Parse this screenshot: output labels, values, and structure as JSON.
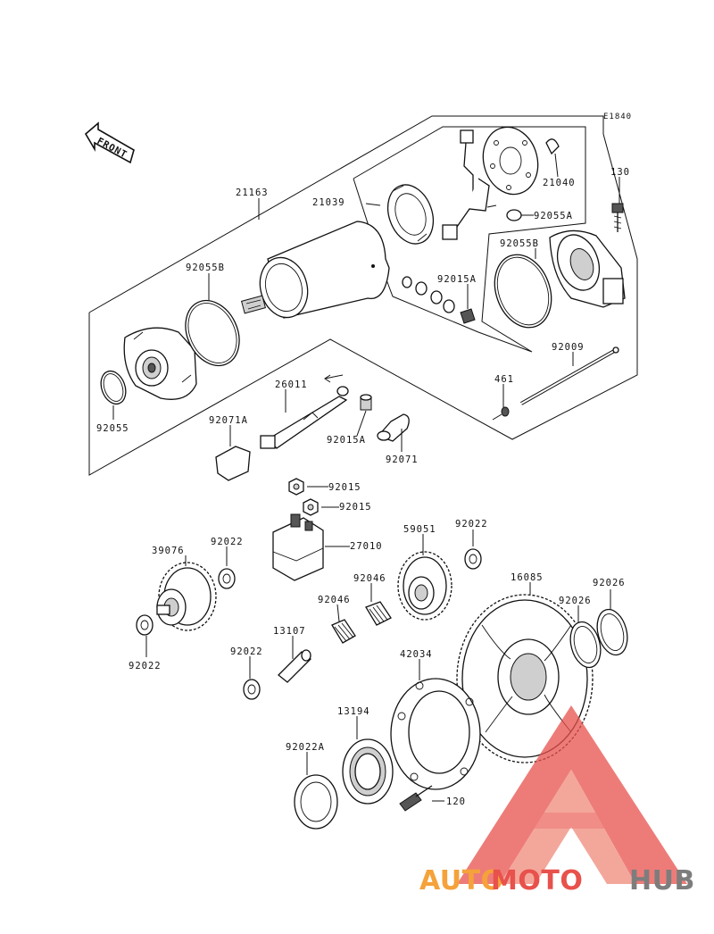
{
  "diagram_code": "E1840",
  "front_label": "FRONT",
  "parts": {
    "p21163": "21163",
    "p21039": "21039",
    "p21040": "21040",
    "p92055A_top": "92055A",
    "p130": "130",
    "p92055B_left": "92055B",
    "p92055B_right": "92055B",
    "p92015A_top": "92015A",
    "p92009": "92009",
    "p461": "461",
    "p92055": "92055",
    "p26011": "26011",
    "p92071A": "92071A",
    "p92015A_mid": "92015A",
    "p92071": "92071",
    "p92015_a": "92015",
    "p92015_b": "92015",
    "p27010": "27010",
    "p59051": "59051",
    "p92022_top": "92022",
    "p39076": "39076",
    "p92022_left": "92022",
    "p92022_bottomleft": "92022",
    "p92046_a": "92046",
    "p92046_b": "92046",
    "p16085": "16085",
    "p92026_a": "92026",
    "p92026_b": "92026",
    "p13107": "13107",
    "p92022_mid": "92022",
    "p42034": "42034",
    "p13194": "13194",
    "p92022A": "92022A",
    "p120": "120"
  },
  "watermark": {
    "part1": "AUTO",
    "part2": "MOTO",
    "part3": "HUB",
    "colors": {
      "orange": "#f5a23a",
      "red": "#e8514c",
      "gray": "#7d7d7d"
    }
  }
}
